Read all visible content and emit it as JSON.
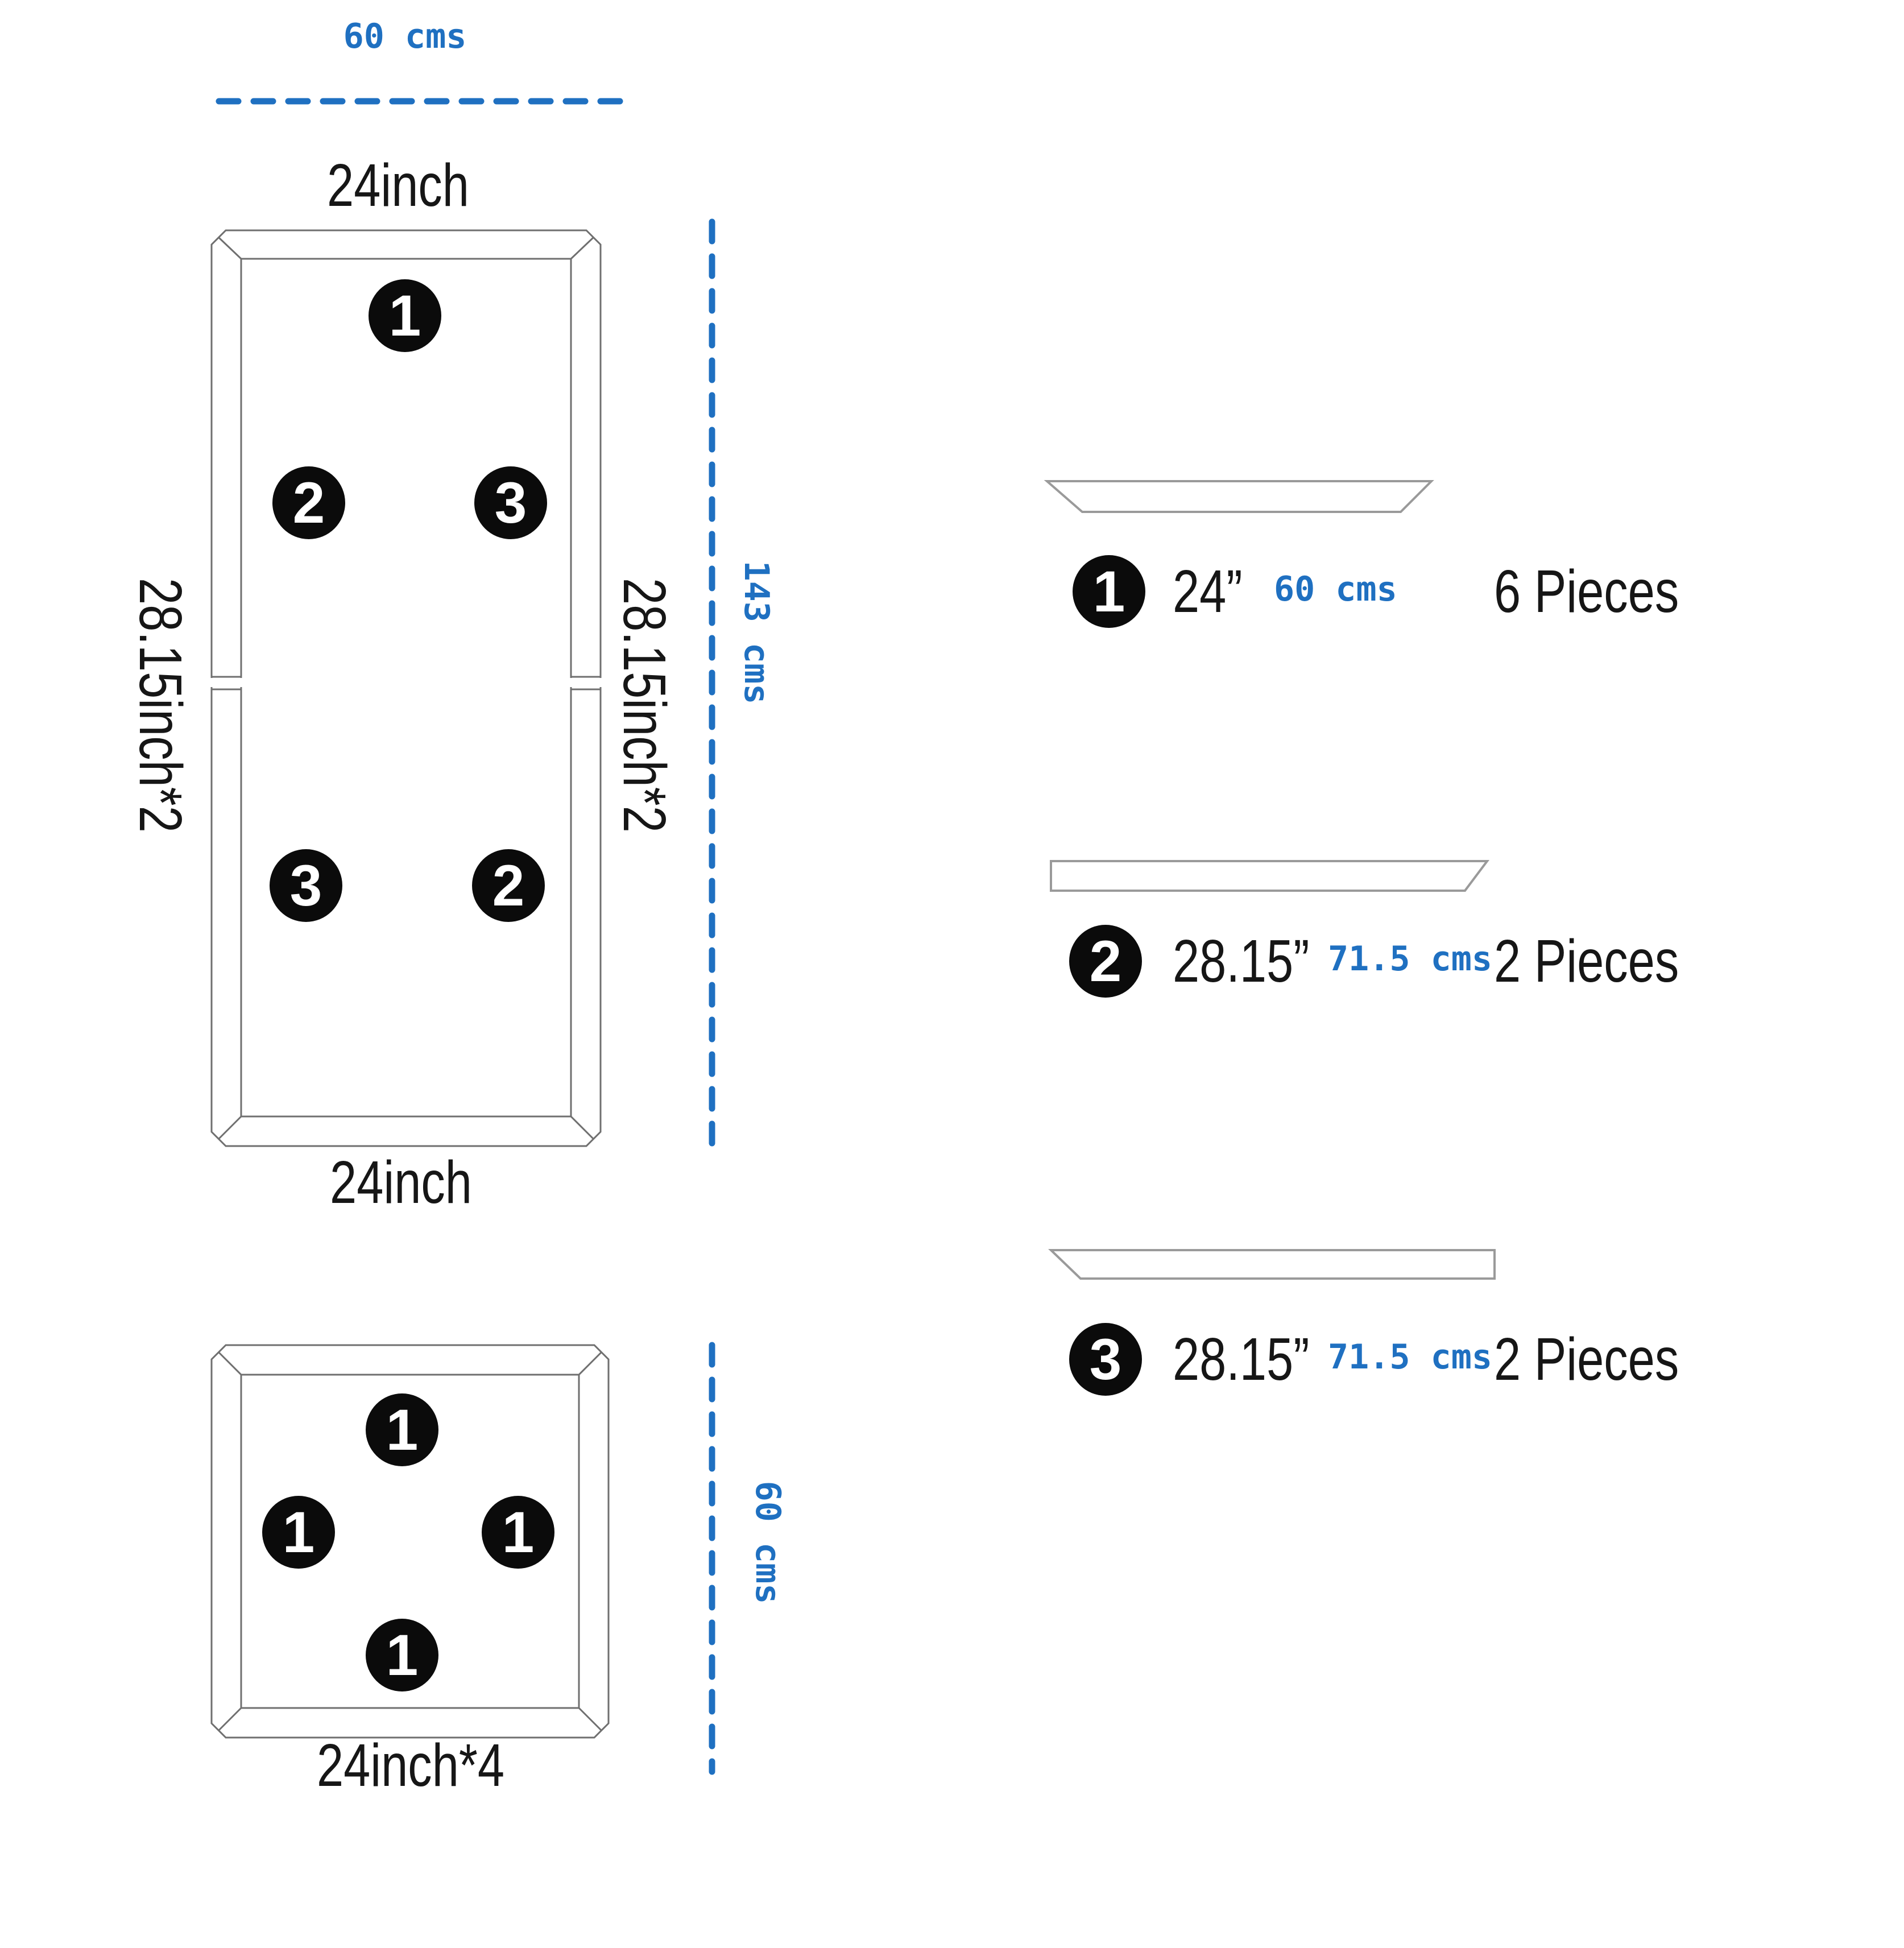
{
  "colors": {
    "accent_blue": "#1f70c1",
    "frame_line_gray": "#6f6f6f",
    "bar_line_gray": "#9a9a9a",
    "text_black": "#161616",
    "marker_black": "#0b0b0b",
    "marker_text_white": "#ffffff"
  },
  "tall_frame": {
    "top_width_label": "24inch",
    "bottom_width_label": "24inch",
    "left_side_label": "28.15inch*2",
    "right_side_label": "28.15inch*2",
    "top_metric_label": "60 cms",
    "height_metric_label": "143 cms",
    "markers": [
      "1",
      "2",
      "3",
      "3",
      "2"
    ]
  },
  "square_frame": {
    "bottom_width_label": "24inch*4",
    "height_metric_label": "60 cms",
    "markers": [
      "1",
      "1",
      "1",
      "1"
    ]
  },
  "parts_list": [
    {
      "marker": "1",
      "inches": "24”",
      "metric": "60 cms",
      "quantity": "6 Pieces"
    },
    {
      "marker": "2",
      "inches": "28.15”",
      "metric": "71.5 cms",
      "quantity": "2 Pieces"
    },
    {
      "marker": "3",
      "inches": "28.15”",
      "metric": "71.5 cms",
      "quantity": "2 Pieces"
    }
  ]
}
